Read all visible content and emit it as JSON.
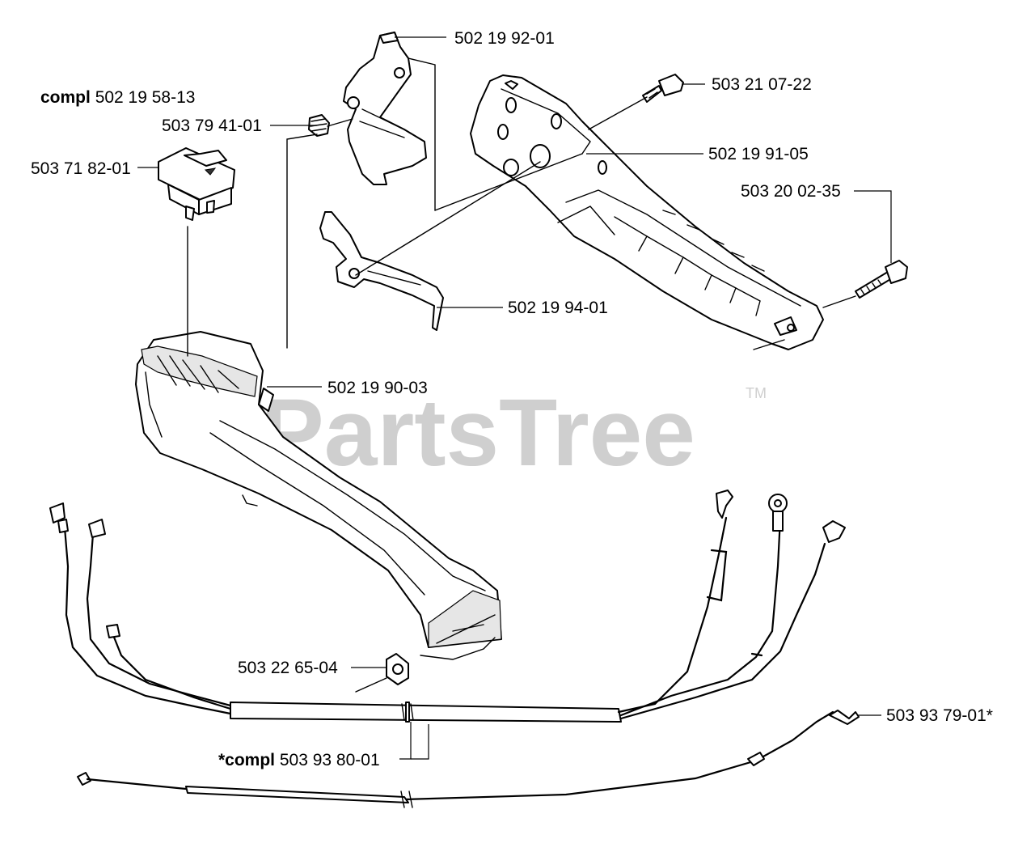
{
  "watermark": {
    "text": "PartsTree",
    "tm": "TM"
  },
  "callouts": {
    "trigger_lever": "502 19 92-01",
    "assembly_prefix": "compl",
    "assembly_number": "502 19 58-13",
    "spring": "503 79 41-01",
    "screw_top": "503 21 07-22",
    "switch": "503 71 82-01",
    "handle_half_right": "502 19 91-05",
    "screw_long": "503 20 02-35",
    "throttle_lock": "502 19 94-01",
    "handle_half_left": "502 19 90-03",
    "nut": "503 22 65-04",
    "wire_harness_prefix": "*compl",
    "wire_harness_number": "503 93 80-01",
    "throttle_cable": "503 93 79-01*"
  }
}
